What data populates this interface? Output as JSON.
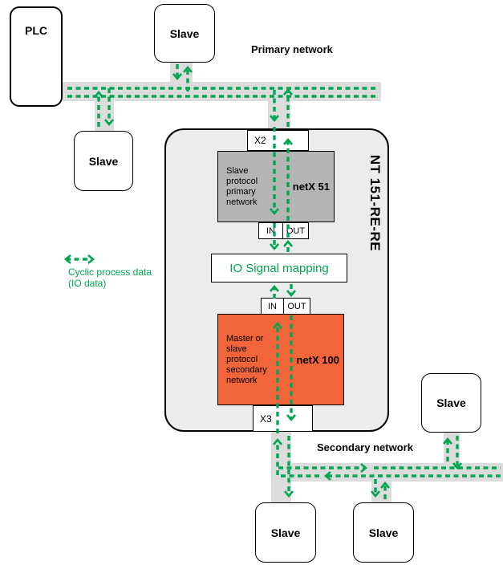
{
  "colors": {
    "green": "#00A651",
    "orange": "#F2653A",
    "bus_gray": "#DCDCDC",
    "gateway_gray": "#ECECEC",
    "chip_gray": "#B5B5B5"
  },
  "networks": {
    "primary": "Primary network",
    "secondary": "Secondary network"
  },
  "nodes": {
    "plc": "PLC",
    "slave_top": "Slave",
    "slave_left": "Slave",
    "slave_right": "Slave",
    "slave_bottom_1": "Slave",
    "slave_bottom_2": "Slave"
  },
  "gateway": {
    "title": "NT 151-RE-RE",
    "port_primary": "X2",
    "port_secondary": "X3",
    "in": "IN",
    "out": "OUT",
    "io_mapping": "IO Signal mapping",
    "netx51": {
      "name": "netX 51",
      "role": "Slave\nprotocol\nprimary\nnetwork"
    },
    "netx100": {
      "name": "netX 100",
      "role": "Master or\nslave\nprotocol\nsecondary\nnetwork"
    }
  },
  "legend": {
    "line1": "Cyclic process data",
    "line2": "(IO data)"
  }
}
